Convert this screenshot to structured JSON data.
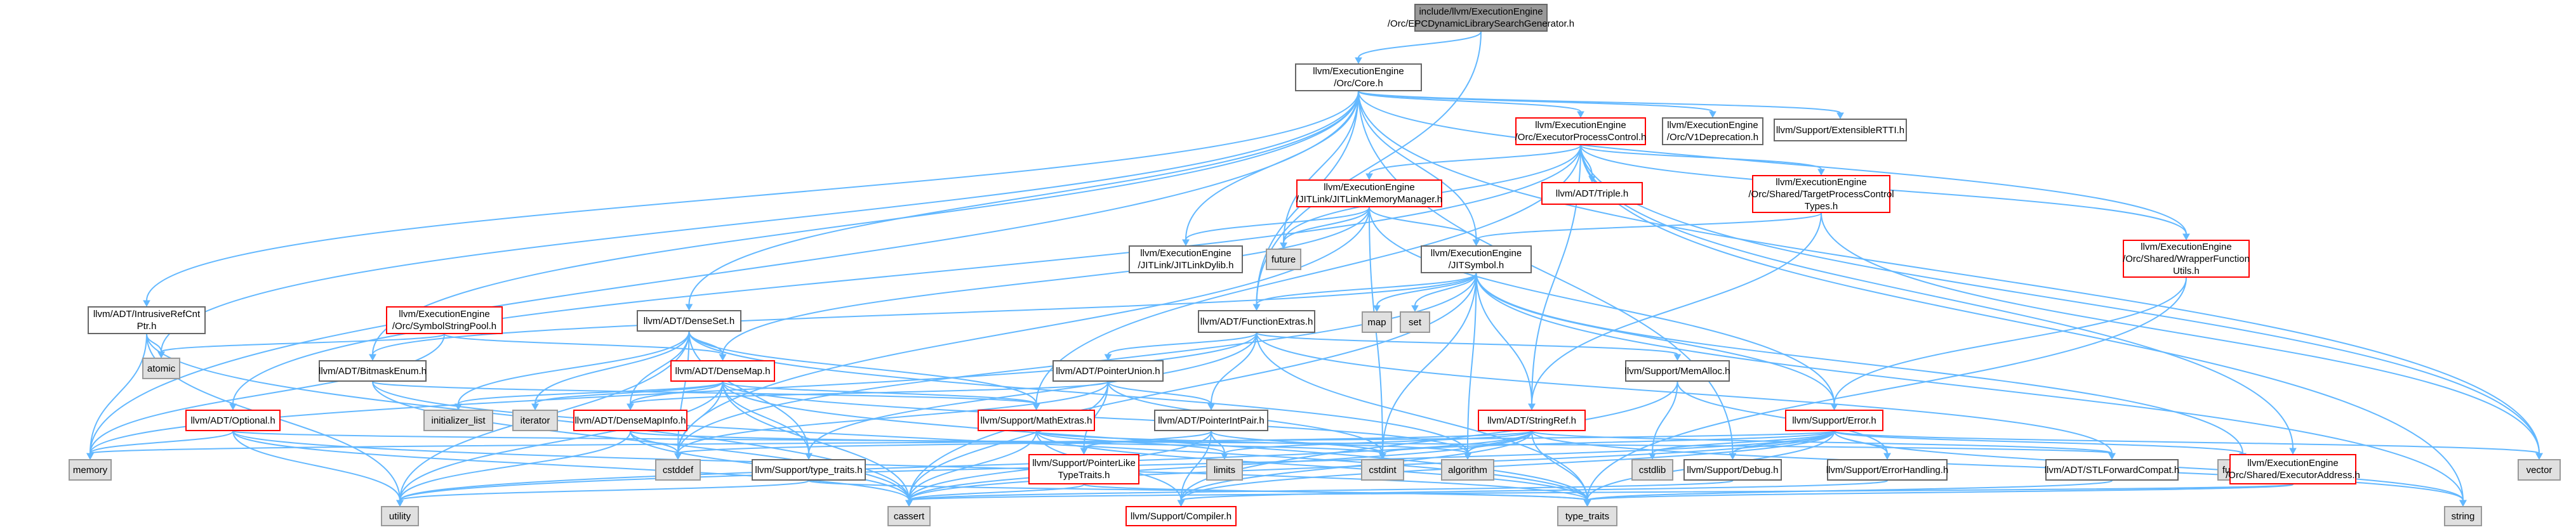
{
  "colors": {
    "edge": "#63b8ff",
    "node_border": "#666666",
    "incomplete_border": "#ff0000",
    "external_fill": "#e0e0e0",
    "root_fill": "#999999"
  },
  "nodes": {
    "root": "include/llvm/ExecutionEngine\n/Orc/EPCDynamicLibrarySearchGenerator.h",
    "core": "llvm/ExecutionEngine\n/Orc/Core.h",
    "epc": "llvm/ExecutionEngine\n/Orc/ExecutorProcessControl.h",
    "v1dep": "llvm/ExecutionEngine\n/Orc/V1Deprecation.h",
    "extrtti": "llvm/Support/ExtensibleRTTI.h",
    "triple": "llvm/ADT/Triple.h",
    "jitlinkmm": "llvm/ExecutionEngine\n/JITLink/JITLinkMemoryManager.h",
    "tpct": "llvm/ExecutionEngine\n/Orc/Shared/TargetProcessControl\nTypes.h",
    "wfu": "llvm/ExecutionEngine\n/Orc/Shared/WrapperFunction\nUtils.h",
    "jitlinkdylib": "llvm/ExecutionEngine\n/JITLink/JITLinkDylib.h",
    "future": "future",
    "jitsymbol": "llvm/ExecutionEngine\n/JITSymbol.h",
    "irc": "llvm/ADT/IntrusiveRefCnt\nPtr.h",
    "ssp": "llvm/ExecutionEngine\n/Orc/SymbolStringPool.h",
    "denseset": "llvm/ADT/DenseSet.h",
    "map": "map",
    "set": "set",
    "funcextras": "llvm/ADT/FunctionExtras.h",
    "atomic": "atomic",
    "bitmask": "llvm/ADT/BitmaskEnum.h",
    "densemap": "llvm/ADT/DenseMap.h",
    "ptrunion": "llvm/ADT/PointerUnion.h",
    "memalloc": "llvm/Support/MemAlloc.h",
    "optional": "llvm/ADT/Optional.h",
    "initlist": "initializer_list",
    "iterator": "iterator",
    "dmi": "llvm/ADT/DenseMapInfo.h",
    "mathextras": "llvm/Support/MathExtras.h",
    "ptrintpair": "llvm/ADT/PointerIntPair.h",
    "stringref": "llvm/ADT/StringRef.h",
    "error": "llvm/Support/Error.h",
    "memory": "memory",
    "cstddef": "cstddef",
    "typetraits_llvm": "llvm/Support/type_traits.h",
    "ptrlike": "llvm/Support/PointerLike\nTypeTraits.h",
    "limits": "limits",
    "cstdint": "cstdint",
    "algorithm": "algorithm",
    "cstdlib": "cstdlib",
    "debug": "llvm/Support/Debug.h",
    "errhandling": "llvm/Support/ErrorHandling.h",
    "stlfwd": "llvm/ADT/STLForwardCompat.h",
    "functional": "functional",
    "execaddr": "llvm/ExecutionEngine\n/Orc/Shared/ExecutorAddress.h",
    "vector": "vector",
    "string": "string",
    "utility": "utility",
    "cassert": "cassert",
    "compiler": "llvm/Support/Compiler.h",
    "type_traits": "type_traits"
  }
}
